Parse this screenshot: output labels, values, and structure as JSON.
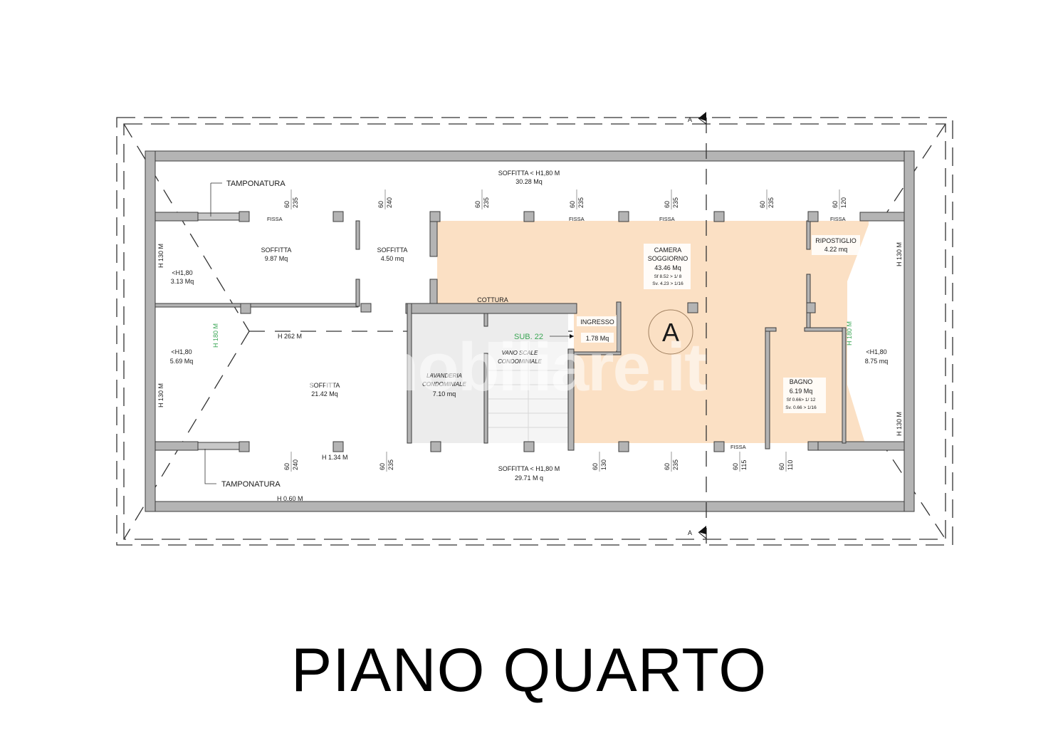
{
  "title": "PIANO QUARTO",
  "watermark": "immobiliare.it",
  "colors": {
    "wall": "#b4b4b4",
    "wall_stroke": "#3c3c3c",
    "unit_fill": "#fbe0c4",
    "common_fill": "#ececec",
    "accent_green": "#3aa655",
    "dashed_line": "#333333"
  },
  "section_marker": {
    "label": "A"
  },
  "callouts": {
    "tamponatura_top": "TAMPONATURA",
    "tamponatura_bottom": "TAMPONATURA",
    "sub": "SUB. 22"
  },
  "rooms": {
    "soffitta_top": {
      "name": "SOFFITTA < H1,80 M",
      "area": "30.28 Mq"
    },
    "soffitta_left_top": {
      "name": "SOFFITTA",
      "area": "9.87 Mq"
    },
    "soffitta_small": {
      "name": "SOFFITTA",
      "area": "4.50 mq"
    },
    "lt180_left_top": {
      "name": "<H1,80",
      "area": "3.13 Mq"
    },
    "lt180_left_bottom": {
      "name": "<H1,80",
      "area": "5.69 Mq"
    },
    "soffitta_left_bottom": {
      "name": "SOFFITTA",
      "area": "21.42 Mq"
    },
    "camera_soggiorno": {
      "name1": "CAMERA",
      "name2": "SOGGIORNO",
      "area": "43.46 Mq",
      "sf": "Sf  8.52 > 1/ 8",
      "sv": "Sv. 4.23 > 1/16"
    },
    "cottura": {
      "name": "COTTURA"
    },
    "ingresso": {
      "name": "INGRESSO",
      "area": "1.78 Mq"
    },
    "ripostiglio": {
      "name": "RIPOSTIGLIO",
      "area": "4.22 mq"
    },
    "lavanderia": {
      "name1": "LAVANDERIA",
      "name2": "CONDOMINIALE",
      "area": "7.10 mq"
    },
    "vano_scale": {
      "name1": "VANO SCALE",
      "name2": "CONDOMINIALE"
    },
    "bagno": {
      "name": "BAGNO",
      "area": "6.19 Mq",
      "sf": "Sf  0.66> 1/ 12",
      "sv": "Sv. 0.66 > 1/16"
    },
    "lt180_right": {
      "name": "<H1,80",
      "area": "8.75 mq"
    },
    "soffitta_bottom": {
      "name": "SOFFITTA < H1,80 M",
      "area": "29.71 M q"
    }
  },
  "heights": {
    "left_top": "H 130 M",
    "left_bottom": "H 130 M",
    "left_green": "H 180 M",
    "center": "H 262 M",
    "bottom_mid": "H 1.34  M",
    "bottom_wall": "H 0.60 M",
    "right_top": "H 130 M",
    "right_bottom": "H 130 M",
    "right_green": "H 180 M"
  },
  "window_labels": {
    "fissa": "FISSA"
  },
  "window_dims_top": [
    {
      "a": "60",
      "b": "235"
    },
    {
      "a": "60",
      "b": "240"
    },
    {
      "a": "60",
      "b": "235"
    },
    {
      "a": "60",
      "b": "235"
    },
    {
      "a": "60",
      "b": "235"
    },
    {
      "a": "60",
      "b": "235"
    },
    {
      "a": "60",
      "b": "120"
    }
  ],
  "window_dims_bottom": [
    {
      "a": "60",
      "b": "240"
    },
    {
      "a": "60",
      "b": "235"
    },
    {
      "a": "60",
      "b": "130"
    },
    {
      "a": "60",
      "b": "235"
    },
    {
      "a": "60",
      "b": "115"
    },
    {
      "a": "60",
      "b": "110"
    }
  ]
}
